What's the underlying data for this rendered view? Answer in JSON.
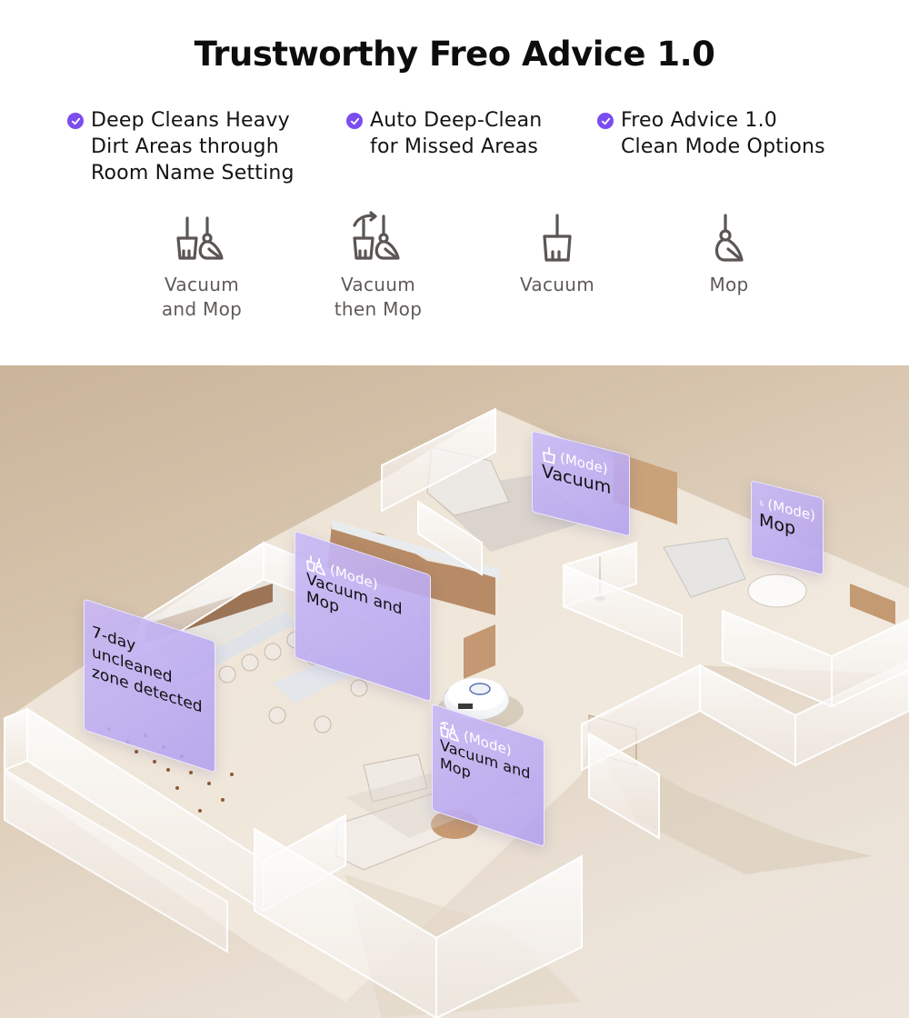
{
  "header": {
    "title": "Trustworthy Freo Advice 1.0"
  },
  "features": [
    {
      "icon": "check-circle-icon",
      "text": "Deep Cleans Heavy\nDirt Areas through\nRoom Name Setting"
    },
    {
      "icon": "check-circle-icon",
      "text": "Auto Deep-Clean\nfor Missed Areas"
    },
    {
      "icon": "check-circle-icon",
      "text": "Freo Advice 1.0\nClean Mode Options"
    }
  ],
  "modes": [
    {
      "icon": "vacuum-and-mop-icon",
      "label": "Vacuum\nand Mop"
    },
    {
      "icon": "vacuum-then-mop-icon",
      "label": "Vacuum\nthen Mop"
    },
    {
      "icon": "vacuum-icon",
      "label": "Vacuum"
    },
    {
      "icon": "mop-icon",
      "label": "Mop"
    }
  ],
  "scene": {
    "tags": {
      "bedroom": {
        "head": "(Mode)",
        "name": "Vacuum"
      },
      "bathroom": {
        "head": "(Mode)",
        "name": "Mop"
      },
      "kitchen": {
        "head": "(Mode)",
        "name": "Vacuum and Mop"
      },
      "unclean": {
        "name": "7-day uncleaned\nzone detected"
      },
      "living": {
        "head": "(Mode)",
        "name": "Vacuum and Mop"
      }
    }
  },
  "colors": {
    "accent": "#7b4df0",
    "icon_gray": "#5b5553",
    "tag_purple": "#bfaef2",
    "floor_beige": "#d6c3ab"
  }
}
